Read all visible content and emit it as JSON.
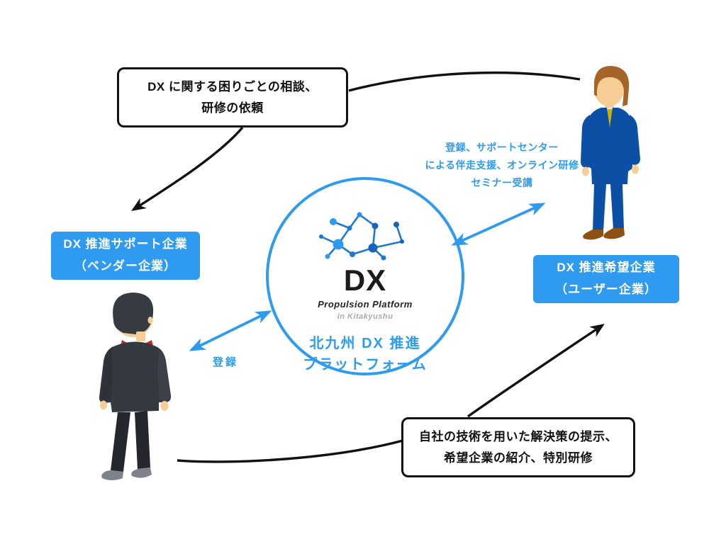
{
  "colors": {
    "accent_blue": "#2E9BF0",
    "arrow_black": "#111111",
    "suit_blue": "#0B50A4",
    "dark_suit": "#34383F"
  },
  "callouts": {
    "request": {
      "lines": [
        "DX に関する困りごとの相談、",
        "研修の依頼"
      ]
    },
    "solution": {
      "lines": [
        "自社の技術を用いた解決策の提示、",
        "希望企業の紹介、特別研修"
      ]
    }
  },
  "entities": {
    "vendor": {
      "lines": [
        "DX 推進サポート企業",
        "（ベンダー企業）"
      ]
    },
    "user": {
      "lines": [
        "DX 推進希望企業",
        "（ユーザー企業）"
      ]
    }
  },
  "platform": {
    "logo_text": "DX",
    "logo_subtitle": "Propulsion Platform",
    "logo_location": "in Kitakyushu",
    "name_lines": [
      "北九州 DX 推進",
      "プラットフォーム"
    ]
  },
  "arrow_labels": {
    "user_support_lines": [
      "登録、サポートセンター",
      "による伴走支援、オンライン研修",
      "セミナー受講"
    ],
    "vendor_registration": "登録"
  }
}
